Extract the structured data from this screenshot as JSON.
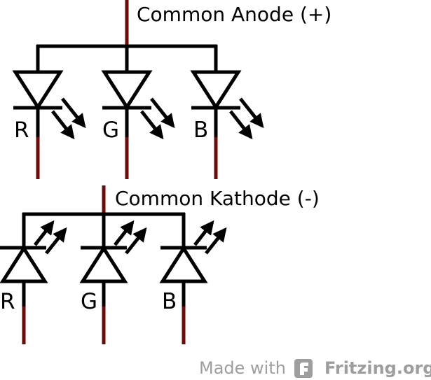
{
  "diagram": {
    "anode": {
      "title": "Common Anode (+)",
      "leds": [
        {
          "label": "R"
        },
        {
          "label": "G"
        },
        {
          "label": "B"
        }
      ]
    },
    "kathode": {
      "title": "Common Kathode (-)",
      "leds": [
        {
          "label": "R"
        },
        {
          "label": "G"
        },
        {
          "label": "B"
        }
      ]
    }
  },
  "watermark": {
    "prefix": "Made with",
    "brand": "Fritzing.org",
    "icon": "fritzing-logo-icon"
  },
  "colors": {
    "wire": "#000000",
    "pin": "#6b0c0c",
    "watermark": "#9e9e9e"
  }
}
